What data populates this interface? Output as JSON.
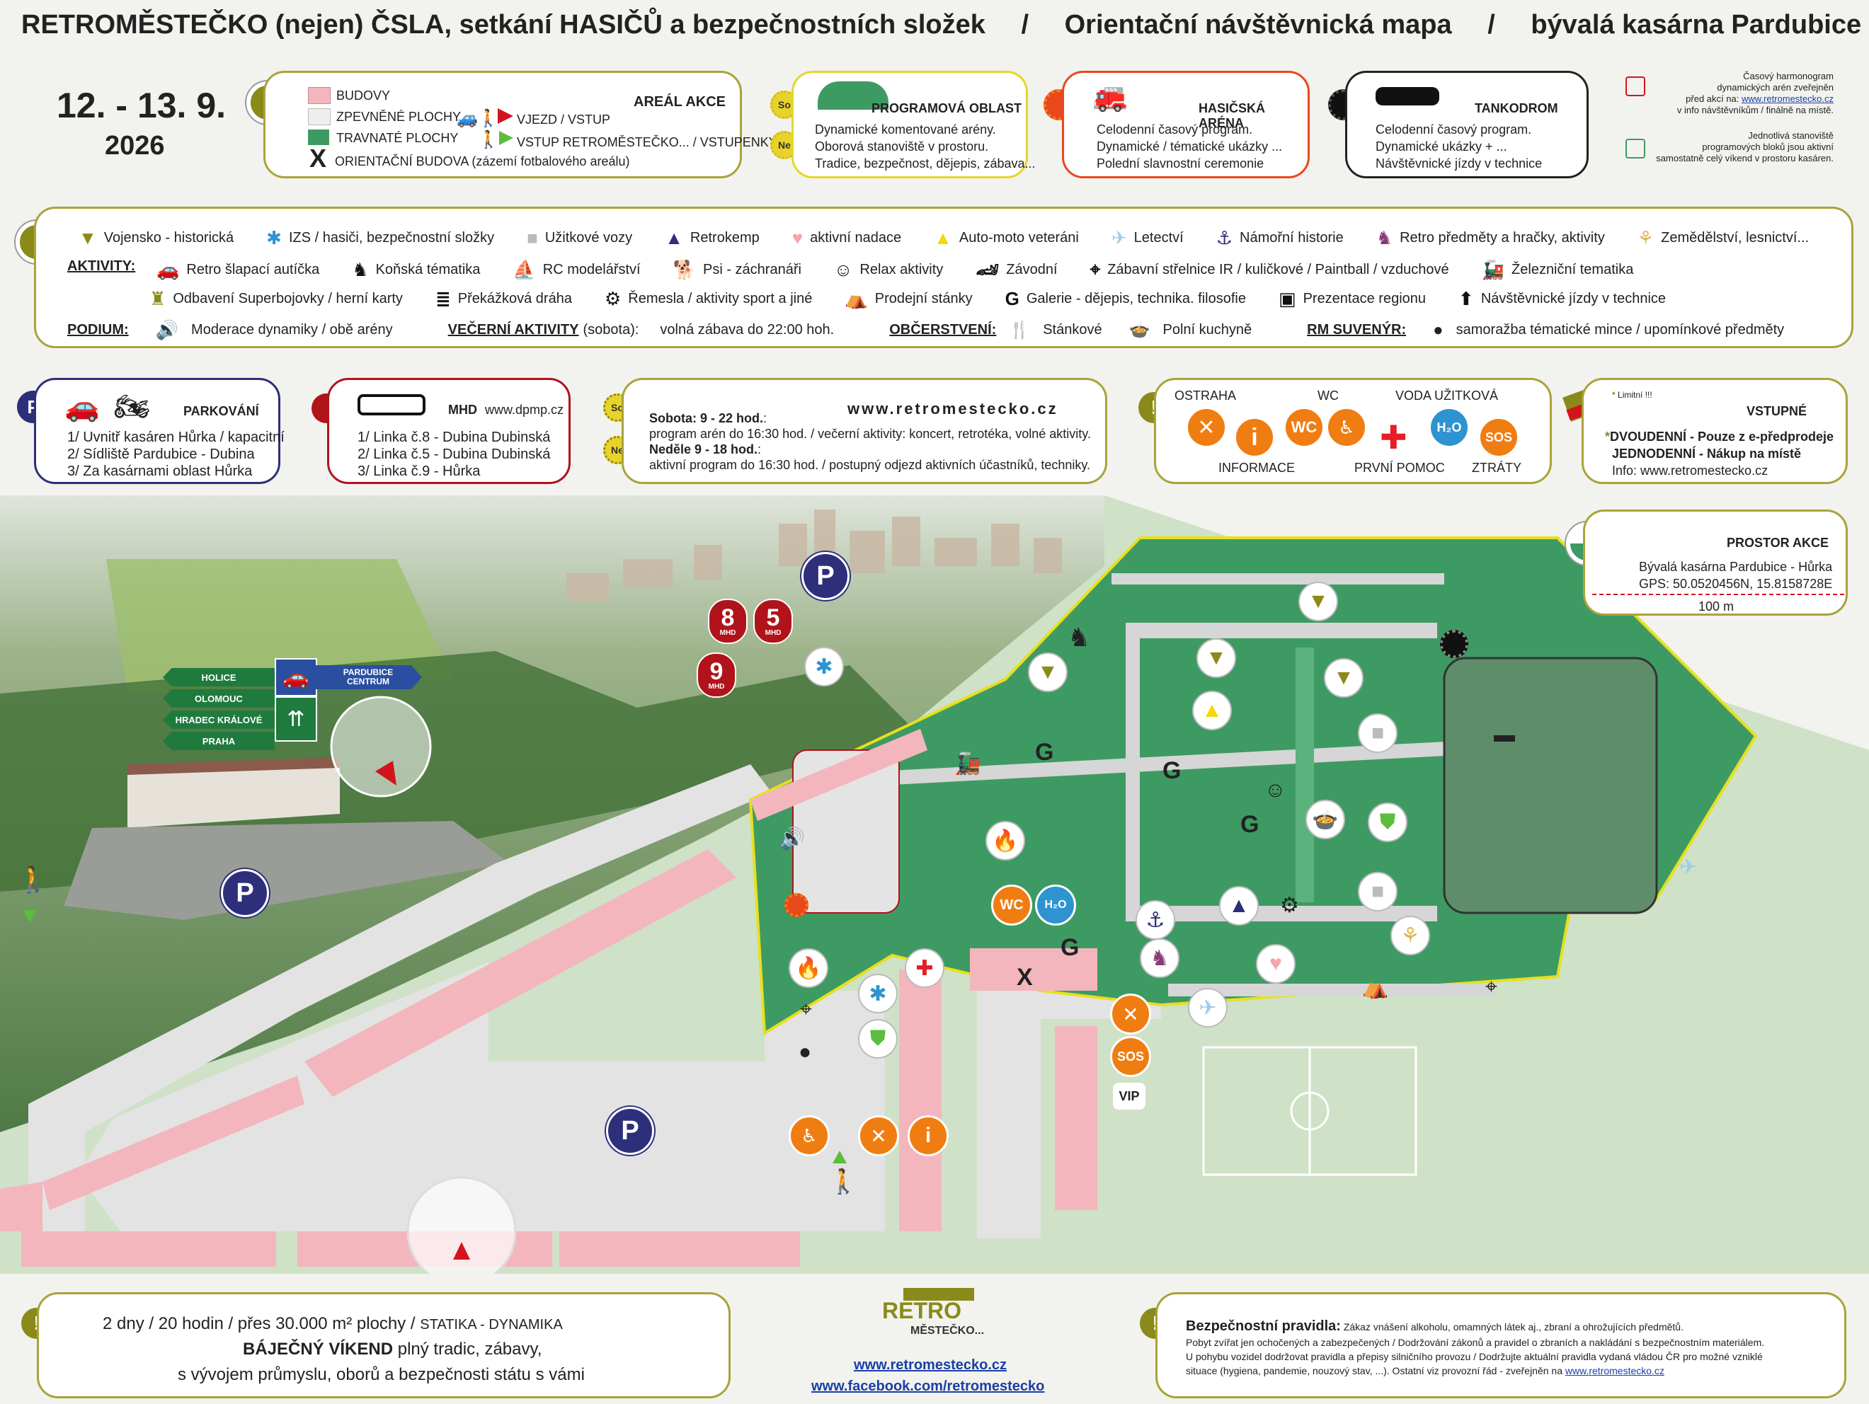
{
  "header": {
    "title_part1": "RETROMĚSTEČKO (nejen) ČSLA, setkání HASIČŮ a bezpečnostních složek",
    "sep1": "/",
    "title_part2": "Orientační návštěvnická mapa",
    "sep2": "/",
    "title_part3": "bývalá kasárna Pardubice - Hůrka",
    "dates": "12. - 13. 9.",
    "year": "2026"
  },
  "legend_area": {
    "title": "AREÁL AKCE",
    "buildings": "BUDOVY",
    "paved": "ZPEVNĚNÉ PLOCHY",
    "grass": "TRAVNATÉ PLOCHY",
    "orient": "ORIENTAČNÍ BUDOVA (zázemí fotbalového areálu)",
    "entry": "VJEZD / VSTUP",
    "entry2": "VSTUP RETROMĚSTEČKO... / VSTUPENKY",
    "colors": {
      "building": "#f4b6bd",
      "paved": "#e9e9e9",
      "grass": "#3e9a63"
    }
  },
  "program_area": {
    "title": "PROGRAMOVÁ OBLAST",
    "so": "So",
    "ne": "Ne",
    "line1": "Dynamické komentované arény.",
    "line2": "Oborová stanoviště v prostoru.",
    "line3": "Tradice, bezpečnost, dějepis, zábava..."
  },
  "fire_arena": {
    "title": "HASIČSKÁ  ARÉNA",
    "line1": "Celodenní časový program.",
    "line2": "Dynamické / tématické ukázky ...",
    "line3": "Polední slavnostní ceremonie"
  },
  "tankodrom": {
    "title": "TANKODROM",
    "line1": "Celodenní časový program.",
    "line2": "Dynamické ukázky + ...",
    "line3": "Návštěvnické jízdy v technice"
  },
  "schedule_note": {
    "line1": "Časový harmonogram",
    "line2": "dynamických arén zveřejněn",
    "line3_prefix": "před akcí na:",
    "link": "www.retromestecko.cz",
    "line4": "v info návštěvníkům / finálně na místě.",
    "line5": "Jednotlivá stanoviště",
    "line6": "programových bloků jsou aktivní",
    "line7": "samostatně celý víkend v prostoru kasáren."
  },
  "activities": {
    "row1": [
      {
        "icon": "triangle-icon",
        "label": "Vojensko - historická"
      },
      {
        "icon": "izs-icon",
        "label": "IZS / hasiči, bezpečnostní složky"
      },
      {
        "icon": "truck-icon",
        "label": "Užitkové vozy"
      },
      {
        "icon": "tent-icon",
        "label": "Retrokemp"
      },
      {
        "icon": "heart-icon",
        "label": "aktivní nadace"
      },
      {
        "icon": "car-icon",
        "label": "Auto-moto veteráni"
      },
      {
        "icon": "plane-icon",
        "label": "Letectví"
      },
      {
        "icon": "anchor-icon",
        "label": "Námořní historie"
      },
      {
        "icon": "rocking-horse-icon",
        "label": "Retro předměty a hračky, aktivity"
      },
      {
        "icon": "wheat-icon",
        "label": "Zemědělství, lesnictví..."
      }
    ],
    "aktivity_label": "AKTIVITY:",
    "row2": [
      {
        "icon": "pedal-car-icon",
        "label": "Retro šlapací autíčka"
      },
      {
        "icon": "horse-icon",
        "label": "Koňská tématika"
      },
      {
        "icon": "rc-icon",
        "label": "RC modelářství"
      },
      {
        "icon": "dog-icon",
        "label": "Psi - záchranáři"
      },
      {
        "icon": "smile-icon",
        "label": "Relax aktivity"
      },
      {
        "icon": "race-car-icon",
        "label": "Závodní"
      },
      {
        "icon": "crosshair-icon",
        "label": "Zábavní střelnice IR / kuličkové / Paintball / vzduchové"
      },
      {
        "icon": "train-icon",
        "label": "Železniční tematika"
      }
    ],
    "row3": [
      {
        "icon": "soldier-icon",
        "label": "Odbavení Superbojovky / herní karty"
      },
      {
        "icon": "obstacle-icon",
        "label": "Překážková dráha"
      },
      {
        "icon": "gear-icon",
        "label": "Řemesla / aktivity sport a jiné"
      },
      {
        "icon": "stall-icon",
        "label": "Prodejní stánky"
      },
      {
        "icon": "g-icon",
        "label": "Galerie - dějepis, technika. filosofie"
      },
      {
        "icon": "region-icon",
        "label": "Prezentace regionu"
      },
      {
        "icon": "ride-icon",
        "label": "Návštěvnické jízdy v technice"
      }
    ],
    "podium_label": "PODIUM:",
    "podium": "Moderace dynamiky / obě arény",
    "evening_label": "VEČERNÍ AKTIVITY",
    "evening_suffix": "(sobota):",
    "evening": "volná zábava do 22:00 hoh.",
    "refresh_label": "OBČERSTVENÍ:",
    "refresh1": "Stánkové",
    "refresh2": "Polní kuchyně",
    "souvenir_label": "RM SUVENÝR:",
    "souvenir": "samoražba tématické mince / upomínkové předměty"
  },
  "parking": {
    "title": "PARKOVÁNÍ",
    "p": "P",
    "l1": "1/ Uvnitř kasáren Hůrka / kapacitní",
    "l2": "2/ Sídliště Pardubice - Dubina",
    "l3": "3/ Za kasárnami  oblast Hůrka"
  },
  "mhd": {
    "title": "MHD",
    "url": "www.dpmp.cz",
    "l1": "1/ Linka č.8 - Dubina Dubinská",
    "l2": "2/ Linka č.5 - Dubina Dubinská",
    "l3": "3/ Linka č.9 - Hůrka"
  },
  "times": {
    "so": "So",
    "ne": "Ne",
    "url": "www.retromestecko.cz",
    "sat_label": "Sobota: 9 - 22 hod.",
    "sat_suffix": ":",
    "sat_text": "program arén do 16:30 hod. / večerní aktivity: koncert, retrotéka, volné aktivity.",
    "sun_label": "Neděle 9 - 18 hod.",
    "sun_suffix": ":",
    "sun_text": "aktivní program do 16:30 hod. / postupný odjezd aktivních účastníků, techniky."
  },
  "services": {
    "ostraha": "OSTRAHA",
    "wc": "WC",
    "voda": "VODA UŽITKOVÁ",
    "informace": "INFORMACE",
    "prvni": "PRVNÍ POMOC",
    "ztraty": "ZTRÁTY",
    "wc_badge": "WC",
    "sos": "SOS",
    "h2o": "H₂O",
    "info_i": "i"
  },
  "tickets": {
    "limit": "Limitní !!!",
    "title": "VSTUPNÉ",
    "l1": "DVOUDENNÍ - Pouze z e-předprodeje",
    "l2": "JEDNODENNÍ - Nákup na místě",
    "l3": "Info: www.retromestecko.cz"
  },
  "location": {
    "title": "PROSTOR AKCE",
    "l1": "Bývalá kasárna Pardubice - Hůrka",
    "gps": "GPS:  50.0520456N, 15.8158728E",
    "scale": "100 m"
  },
  "map": {
    "signs": {
      "holice": "HOLICE",
      "olomouc": "OLOMOUC",
      "hradec": "HRADEC KRÁLOVÉ",
      "praha": "PRAHA",
      "pardubice": "PARDUBICE",
      "centrum": "CENTRUM"
    },
    "p1": "P",
    "p2": "P",
    "mhd8": "8",
    "mhd5": "5",
    "mhd9": "9",
    "mhd_text": "MHD",
    "g": "G",
    "x": "X",
    "vip": "VIP",
    "wc": "WC",
    "sos": "SOS",
    "h2o": "H₂O",
    "i": "i"
  },
  "footer": {
    "line1": "2 dny / 20 hodin / přes 30.000 m² plochy /",
    "line1_suffix": "STATIKA - DYNAMIKA",
    "line2_b": "BÁJEČNÝ VÍKEND",
    "line2": "plný tradic, zábavy,",
    "line3": "s vývojem průmyslu, oborů a bezpečnosti státu s vámi",
    "logo1": "RETRO",
    "logo2": "MĚSTEČKO...",
    "web": "www.retromestecko.cz",
    "fb": "www.facebook.com/retromestecko",
    "rules_title": "Bezpečnostní pravidla:",
    "rules1": "Zákaz vnášení alkoholu, omamných látek aj., zbraní a ohrožujících předmětů.",
    "rules2": "Pobyt zvířat jen ochočených a zabezpečených / Dodržování zákonů a pravidel o zbraních a nakládání s bezpečnostním materiálem.",
    "rules3": "U pohybu vozidel dodržovat pravidla a přepisy silničního provozu / Dodržujte aktuální pravidla vydaná vládou ČR pro možné vzniklé",
    "rules4": "situace (hygiena, pandemie, nouzový stav, ...). Ostatní viz provozní řád - zveřejněn na",
    "rules_link": "www.retromestecko.cz"
  }
}
